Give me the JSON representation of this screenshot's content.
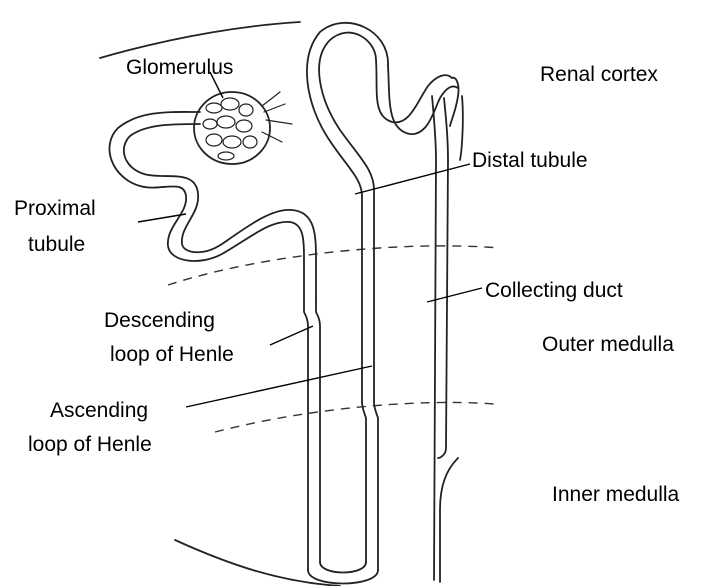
{
  "labels": {
    "glomerulus": "Glomerulus",
    "renal_cortex": "Renal cortex",
    "distal_tubule": "Distal tubule",
    "proximal_tubule_line1": "Proximal",
    "proximal_tubule_line2": "tubule",
    "collecting_duct": "Collecting duct",
    "descending_line1": "Descending",
    "descending_line2": "loop of Henle",
    "outer_medulla": "Outer medulla",
    "ascending_line1": "Ascending",
    "ascending_line2": "loop of Henle",
    "inner_medulla": "Inner medulla"
  },
  "colors": {
    "line": "#222222",
    "text": "#000000",
    "background": "#ffffff"
  }
}
